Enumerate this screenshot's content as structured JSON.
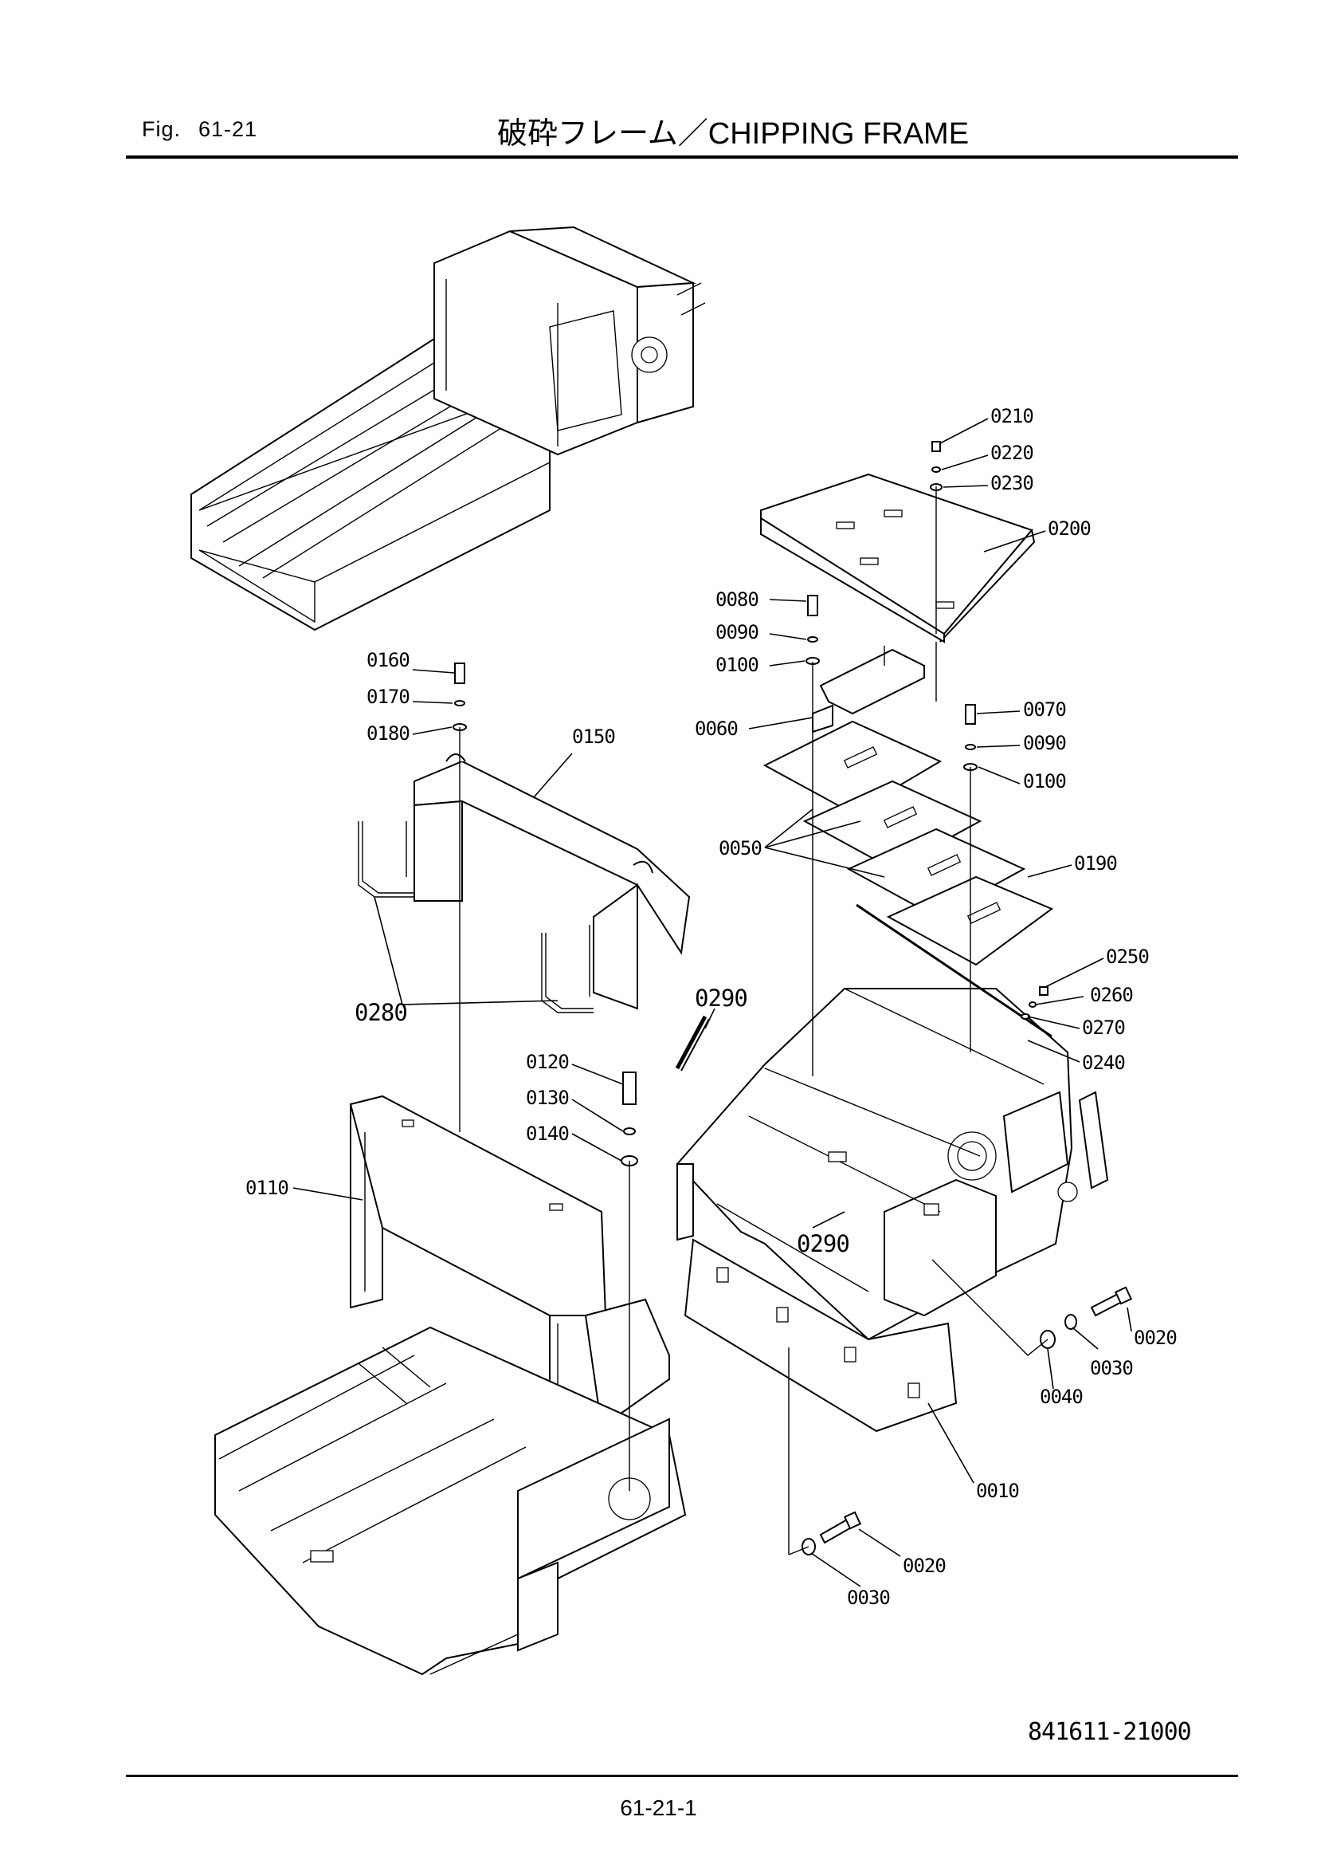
{
  "header": {
    "fig_prefix": "Fig.",
    "fig_number": "61-21",
    "title": "破砕フレーム／CHIPPING FRAME"
  },
  "drawing_number": "841611-21000",
  "footer": {
    "page_number": "61-21-1"
  },
  "callouts": {
    "c0010": "0010",
    "c0020a": "0020",
    "c0020b": "0020",
    "c0030a": "0030",
    "c0030b": "0030",
    "c0040": "0040",
    "c0050": "0050",
    "c0060": "0060",
    "c0070": "0070",
    "c0080": "0080",
    "c0090a": "0090",
    "c0090b": "0090",
    "c0100a": "0100",
    "c0100b": "0100",
    "c0110": "0110",
    "c0120": "0120",
    "c0130": "0130",
    "c0140": "0140",
    "c0150": "0150",
    "c0160": "0160",
    "c0170": "0170",
    "c0180": "0180",
    "c0190": "0190",
    "c0200": "0200",
    "c0210": "0210",
    "c0220": "0220",
    "c0230": "0230",
    "c0240": "0240",
    "c0250": "0250",
    "c0260": "0260",
    "c0270": "0270",
    "c0280": "0280",
    "c0290a": "0290",
    "c0290b": "0290"
  }
}
